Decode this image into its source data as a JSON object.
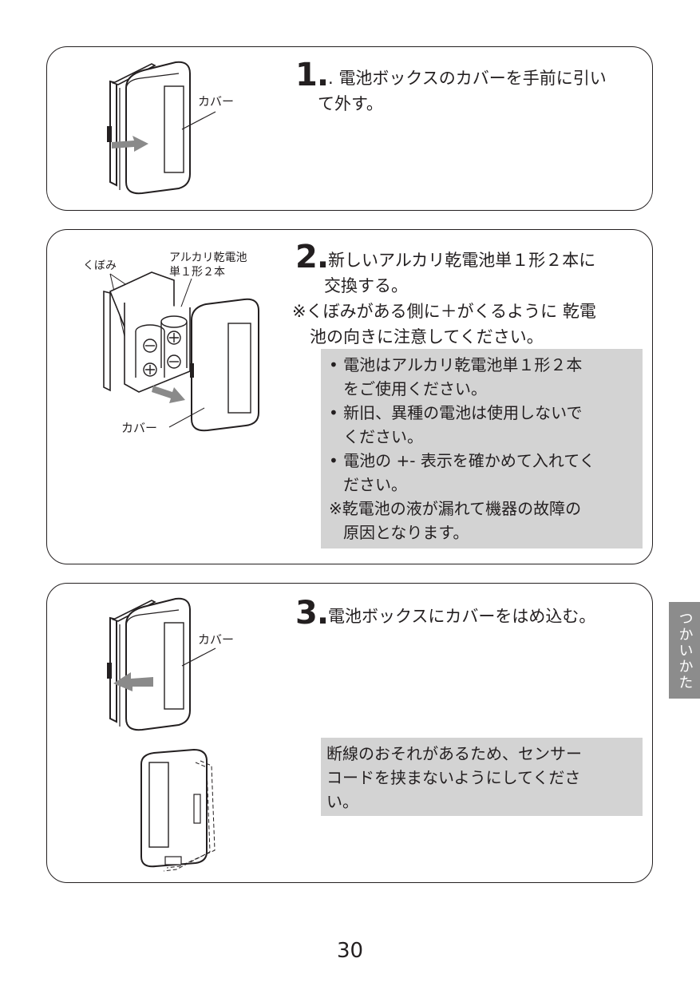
{
  "step1": {
    "number": "1.",
    "line1": ". 電池ボックスのカバーを手前に引い",
    "line2": "て外す。",
    "label_cover": "カバー"
  },
  "step2": {
    "number": "2.",
    "line1": "新しいアルカリ乾電池単１形２本に",
    "line2": "交換する。",
    "note1": "※くぼみがある側に＋がくるように 乾電",
    "note2": "池の向きに注意してください。",
    "label_kubomi": "くぼみ",
    "label_battery1": "アルカリ乾電池",
    "label_battery2": "単１形２本",
    "label_cover": "カバー",
    "box": {
      "items": [
        "• 電池はアルカリ乾電池単１形２本",
        "をご使用ください。",
        "• 新旧、異種の電池は使用しないで",
        "ください。",
        "• 電池の +- 表示を確かめて入れてく",
        "ださい。",
        "※乾電池の液が漏れて機器の故障の",
        "原因となります。"
      ]
    }
  },
  "step3": {
    "number": "3.",
    "line1": "電池ボックスにカバーをはめ込む。",
    "label_cover": "カバー",
    "box": {
      "line1": "断線のおそれがあるため、センサー",
      "line2": "コードを挟まないようにしてくださ",
      "line3": "い。"
    }
  },
  "side_tab": "つかいかた",
  "page_number": "30"
}
